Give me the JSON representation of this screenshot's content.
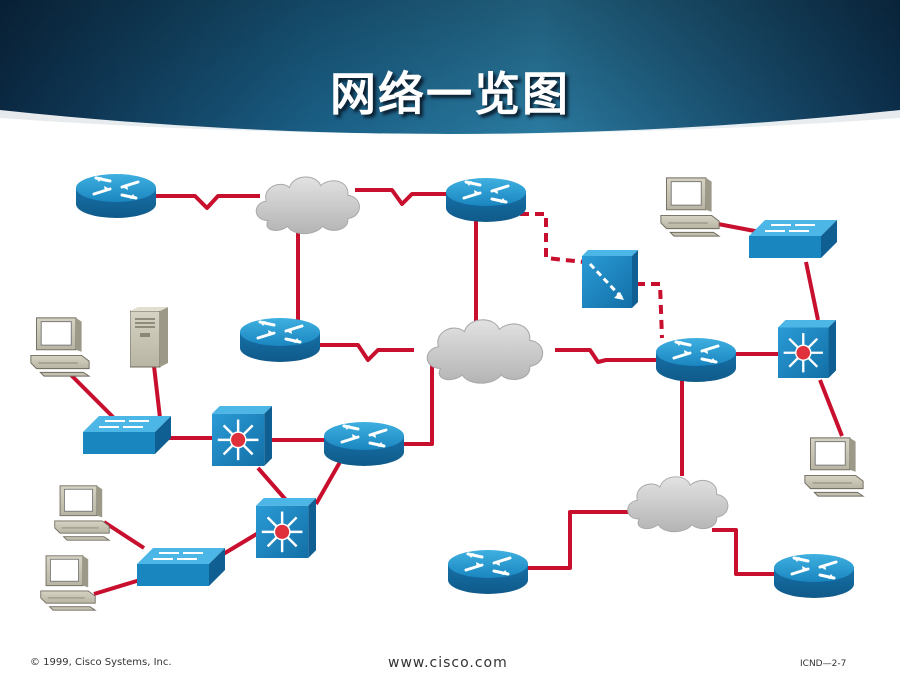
{
  "slide": {
    "title": "网络一览图"
  },
  "footer": {
    "copyright": "© 1999, Cisco Systems, Inc.",
    "website": "www.cisco.com",
    "code": "ICND—2-7"
  },
  "colors": {
    "link": "#c8102e",
    "device": "#1e8fc8",
    "cloud": "#c8c8c8",
    "banner": "#0d3a5c"
  }
}
